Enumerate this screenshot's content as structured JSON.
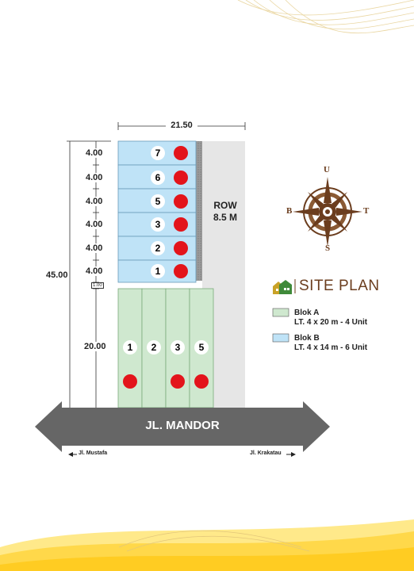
{
  "dimensions": {
    "width_total": "21.50",
    "length_total": "45.00",
    "rows_b": [
      "4.00",
      "4.00",
      "4.00",
      "4.00",
      "4.00",
      "4.00"
    ],
    "gap_small": "1.00",
    "length_a": "20.00"
  },
  "row_label": {
    "line1": "ROW",
    "line2": "8.5 M"
  },
  "blok_b": {
    "units": [
      "7",
      "6",
      "5",
      "3",
      "2",
      "1"
    ]
  },
  "blok_a": {
    "units": [
      "1",
      "2",
      "3",
      "5"
    ]
  },
  "road": {
    "name": "JL. MANDOR",
    "left": "Jl. Mustafa",
    "right": "Jl. Krakatau"
  },
  "compass": {
    "north": "U",
    "south": "S",
    "west": "B",
    "east": "T"
  },
  "title": "SITE PLAN",
  "legend": [
    {
      "name": "Blok A",
      "desc": "LT. 4 x 20 m - 4 Unit",
      "color": "#cfe8cf"
    },
    {
      "name": "Blok B",
      "desc": "LT. 4 x 14 m - 6 Unit",
      "color": "#bfe3f7"
    }
  ],
  "colors": {
    "blue": "#bfe3f7",
    "green": "#cfe8cf",
    "road": "#666666",
    "dot": "#e3141b",
    "brown": "#6b3d1e"
  }
}
